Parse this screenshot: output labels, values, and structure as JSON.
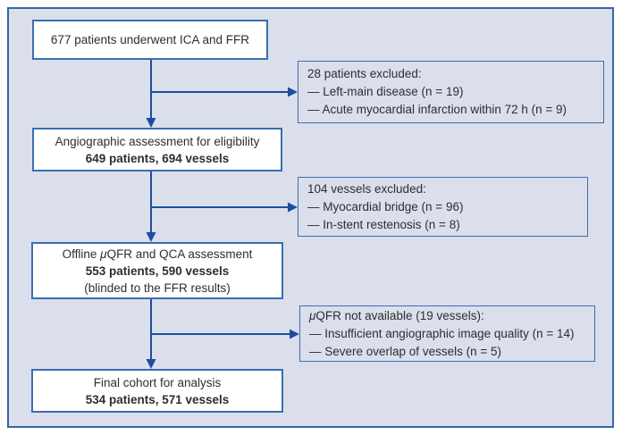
{
  "colors": {
    "panel_background": "#dbdfec",
    "frame_border": "#3566a7",
    "box_border": "#3b6db1",
    "box_fill": "#ffffff",
    "arrow": "#1b4e9e",
    "text": "#2e2e2e"
  },
  "main_boxes": {
    "ica_ffr": {
      "line1": "677 patients underwent ICA and FFR"
    },
    "angiographic": {
      "line1": "Angiographic assessment for eligibility",
      "line2": "649 patients, 694 vessels"
    },
    "offline_qfr": {
      "line1_pre": "Offline ",
      "line1_mu": "μ",
      "line1_post": "QFR and QCA assessment",
      "line2": "553 patients, 590 vessels",
      "line3": "(blinded to the FFR results)"
    },
    "final_cohort": {
      "line1": "Final cohort for analysis",
      "line2": "534 patients, 571 vessels"
    }
  },
  "exclusion_boxes": {
    "patients_excluded": {
      "title": "28 patients excluded:",
      "items": [
        "— Left-main disease (n = 19)",
        "— Acute myocardial infarction within 72 h (n = 9)"
      ]
    },
    "vessels_excluded": {
      "title": "104 vessels excluded:",
      "items": [
        "— Myocardial bridge (n = 96)",
        "— In-stent restenosis (n = 8)"
      ]
    },
    "qfr_not_available": {
      "title_mu": "μ",
      "title_rest": "QFR not available (19 vessels):",
      "items": [
        "— Insufficient angiographic image quality (n = 14)",
        "— Severe overlap of vessels (n = 5)"
      ]
    }
  }
}
